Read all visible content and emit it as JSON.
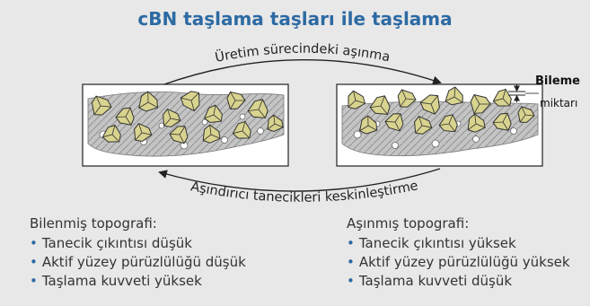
{
  "title": "cBN taşlama taşları ile taşlama",
  "arrows": {
    "top_label": "Üretim sürecindeki aşınma",
    "bottom_label": "Aşındırıcı tanecikleri keskinleştirme"
  },
  "dressing": {
    "line1": "Bileme",
    "line2": "miktarı"
  },
  "left": {
    "heading": "Bilenmiş topografi:",
    "items": [
      "Tanecik çıkıntısı düşük",
      "Aktif yüzey pürüzlülüğü düşük",
      "Taşlama kuvveti yüksek"
    ]
  },
  "right": {
    "heading": "Aşınmış topografi:",
    "items": [
      "Tanecik çıkıntısı yüksek",
      "Aktif yüzey pürüzlülüğü yüksek",
      "Taşlama kuvveti düşük"
    ]
  },
  "bullet": "•",
  "colors": {
    "title": "#2d6aa3",
    "grain": "#d8d38e",
    "matrix": "#bdbdbd",
    "frame": "#e8e8e8"
  }
}
